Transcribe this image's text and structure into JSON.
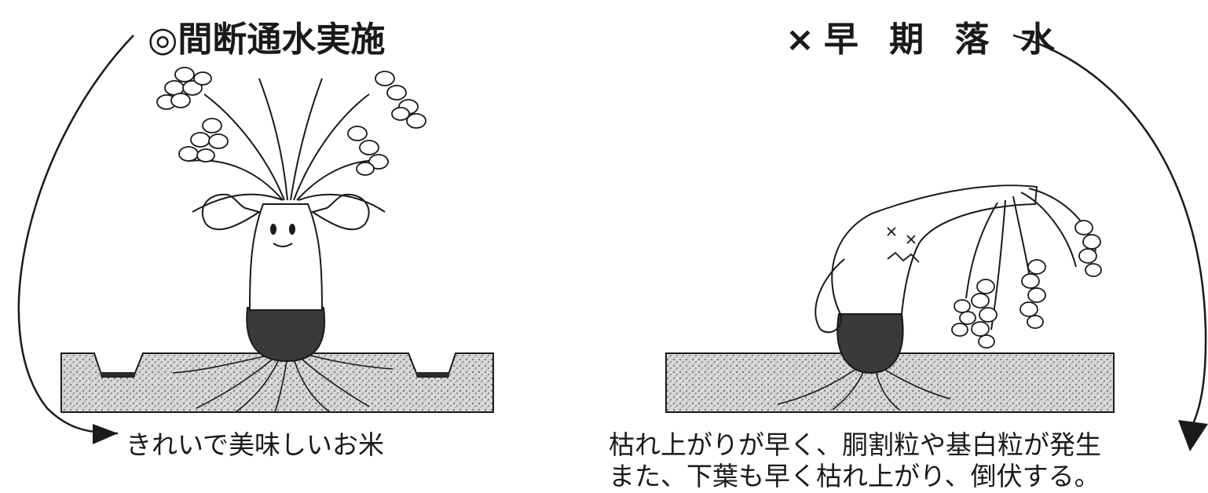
{
  "left_panel": {
    "title": "◎間断通水実施",
    "caption": "きれいで美味しいお米"
  },
  "right_panel": {
    "title": "×早 期 落 水",
    "caption_line1": "枯れ上がりが早く、胴割粒や基白粒が発生",
    "caption_line2": "また、下葉も早く枯れ上がり、倒伏する。"
  },
  "colors": {
    "ink": "#1a1a1a",
    "soil": "#9a9a9a",
    "root_ball": "#3a3a3a",
    "water": "#2a2a2a"
  }
}
